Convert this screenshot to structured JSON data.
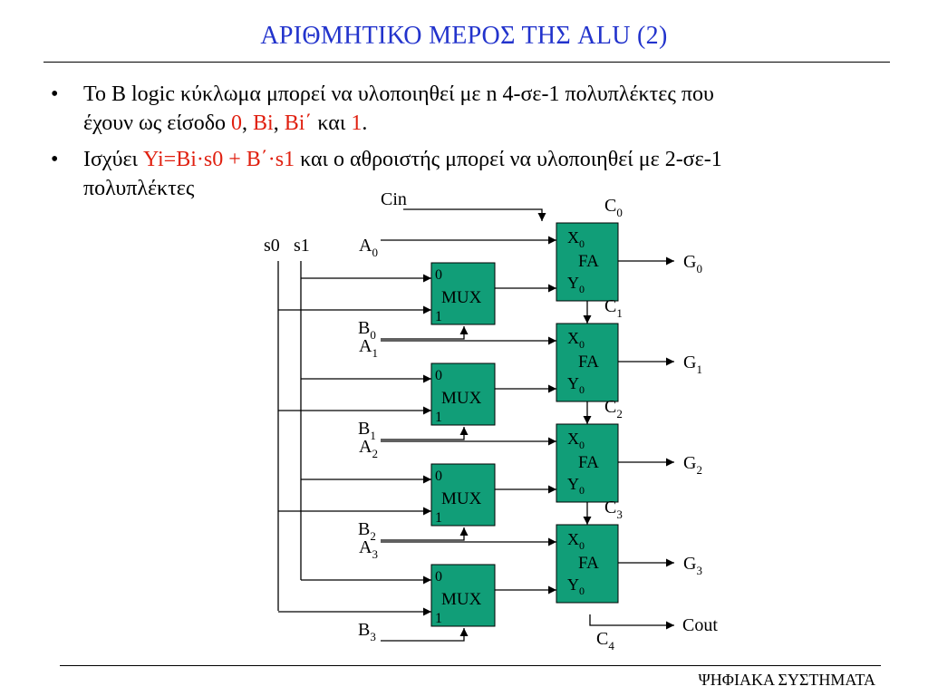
{
  "title": "ΑΡΙΘΜΗΤΙΚΟ ΜΕΡΟΣ ΤΗΣ ALU (2)",
  "bullets": [
    {
      "marker": "•",
      "line1": "Το B logic κύκλωμα μπορεί να υλοποιηθεί με n 4-σε-1 πολυπλέκτες που",
      "line2_prefix": "έχουν ως είσοδο ",
      "in0": "0",
      "sep1": ", ",
      "in1": "Bi",
      "sep2": ", ",
      "in2": "Bi΄",
      "mid": " και ",
      "in3": "1",
      "end": "."
    },
    {
      "marker": "•",
      "prefix": "Ισχύει ",
      "formula": "Yi=Bi·s0 + B΄·s1",
      "suffix": " και ο αθροιστής μπορεί να υλοποιηθεί με 2-σε-1",
      "line2": "πολυπλέκτες"
    }
  ],
  "diagram": {
    "select_labels": [
      "s0",
      "s1"
    ],
    "cin_label": "Cin",
    "cout_label": "Cout",
    "mux": {
      "in0": "0",
      "name": "MUX",
      "in1": "1"
    },
    "fa": {
      "x": "X",
      "x_sub": "0",
      "name": "FA",
      "y": "Y",
      "y_sub": "0"
    },
    "stages": [
      {
        "a": "A",
        "a_sub": "0",
        "b": "B",
        "b_sub": "0",
        "g": "G",
        "g_sub": "0",
        "c": "C",
        "c_sub": "0"
      },
      {
        "a": "A",
        "a_sub": "1",
        "b": "B",
        "b_sub": "1",
        "g": "G",
        "g_sub": "1",
        "c": "C",
        "c_sub": "1"
      },
      {
        "a": "A",
        "a_sub": "2",
        "b": "B",
        "b_sub": "2",
        "g": "G",
        "g_sub": "2",
        "c": "C",
        "c_sub": "2"
      },
      {
        "a": "A",
        "a_sub": "3",
        "b": "B",
        "b_sub": "3",
        "g": "G",
        "g_sub": "3",
        "c": "C",
        "c_sub": "3"
      }
    ],
    "final_carry": {
      "c": "C",
      "c_sub": "4"
    }
  },
  "footer": "ΨΗΦΙΑΚΑ ΣΥΣΤΗΜΑΤΑ",
  "colors": {
    "title": "#2233cc",
    "highlight": "#e02010",
    "block_fill": "#119e78"
  }
}
